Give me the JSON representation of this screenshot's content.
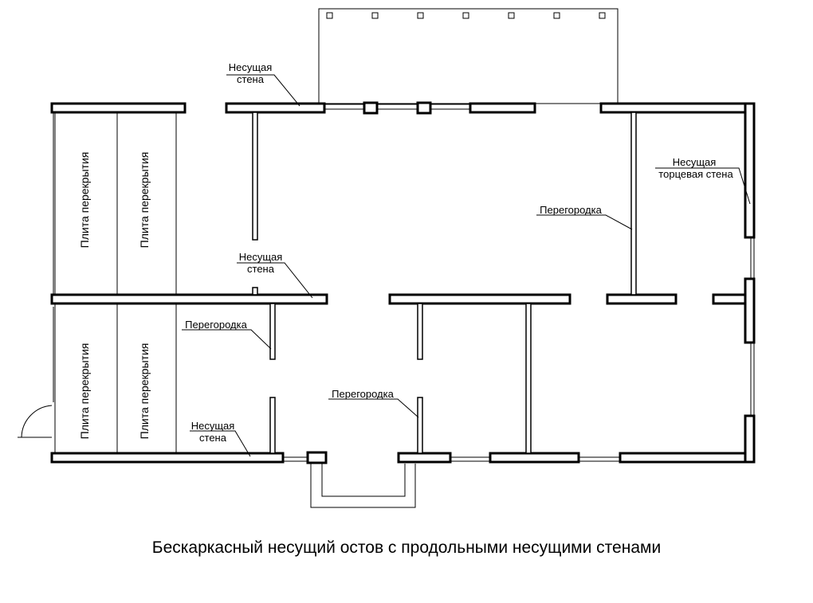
{
  "labels": {
    "bearing_wall": [
      "Несущая",
      "стена"
    ],
    "end_bearing_wall": [
      "Несущая",
      "торцевая стена"
    ],
    "partition": "Перегородка",
    "floor_slab": "Плита перекрытия"
  },
  "caption": "Бескаркасный несущий остов с продольными несущими стенами"
}
